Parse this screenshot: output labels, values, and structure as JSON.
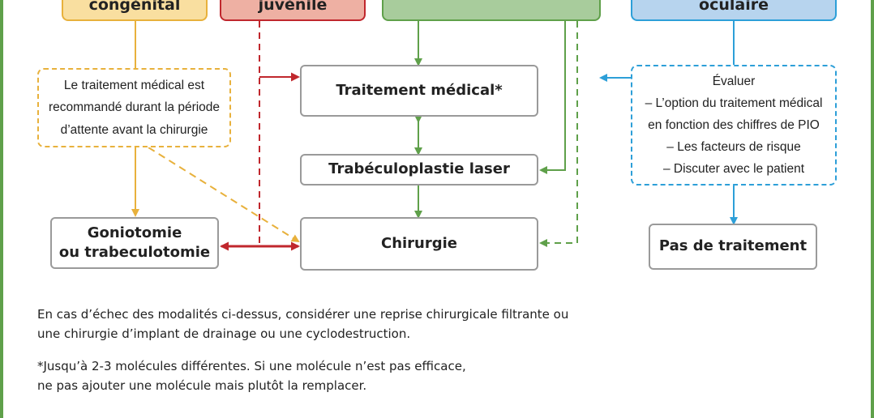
{
  "headers": {
    "congenital": "congénital",
    "juvenile": "juvénile",
    "middle": "",
    "ocular": "oculaire"
  },
  "boxes": {
    "medical_note": "Le traitement médical est\nrecommandé durant la période\nd’attente avant la chirurgie",
    "traitement_medical": "Traitement médical*",
    "trabeculoplastie": "Trabéculoplastie laser",
    "goniotomie": "Goniotomie\nou trabeculotomie",
    "chirurgie": "Chirurgie",
    "evaluer": "Évaluer\n– L’option du traitement médical\nen fonction des chiffres de PIO\n– Les facteurs de risque\n– Discuter avec le patient",
    "pas_de_traitement": "Pas de traitement"
  },
  "notes": {
    "failure": "En cas d’échec des modalités ci-dessus, considérer une reprise chirurgicale filtrante ou\nune chirurgie d’implant de drainage ou une cyclodestruction.",
    "footnote": "*Jusqu’à 2-3 molécules différentes. Si une molécule n’est pas efficace,\nne pas ajouter une molécule mais plutôt la remplacer."
  },
  "colors": {
    "orange": "#e8b13c",
    "orange_fill": "#f9dfa0",
    "red": "#c0272d",
    "red_fill": "#eeb0a3",
    "green": "#5fa04a",
    "green_fill": "#a8cc9c",
    "blue": "#2d9fd8",
    "blue_fill": "#b7d4ee",
    "frame": "#5fa04a"
  }
}
